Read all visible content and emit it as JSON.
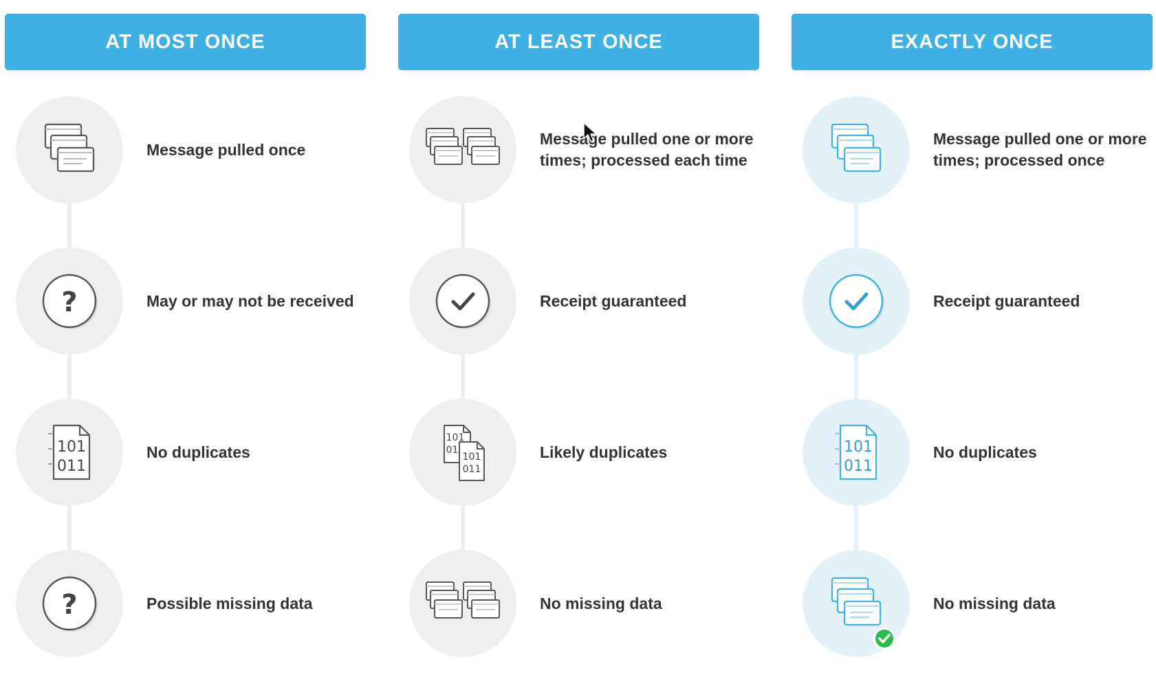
{
  "columns": [
    {
      "title": "AT MOST ONCE",
      "rows": [
        {
          "label": "Message pulled once",
          "icon": "message-stack-icon"
        },
        {
          "label": "May or may not be received",
          "icon": "question-icon"
        },
        {
          "label": "No duplicates",
          "icon": "binary-file-icon"
        },
        {
          "label": "Possible missing data",
          "icon": "question-icon"
        }
      ]
    },
    {
      "title": "AT LEAST ONCE",
      "rows": [
        {
          "label": "Message pulled one or more times; processed each time",
          "icon": "double-message-stack-icon"
        },
        {
          "label": "Receipt guaranteed",
          "icon": "check-circle-icon"
        },
        {
          "label": "Likely duplicates",
          "icon": "duplicate-binary-files-icon"
        },
        {
          "label": "No missing data",
          "icon": "double-message-stack-icon"
        }
      ]
    },
    {
      "title": "EXACTLY ONCE",
      "rows": [
        {
          "label": "Message pulled one or more times; processed once",
          "icon": "message-stack-icon"
        },
        {
          "label": "Receipt guaranteed",
          "icon": "check-circle-icon"
        },
        {
          "label": "No duplicates",
          "icon": "binary-file-icon"
        },
        {
          "label": "No missing data",
          "icon": "message-stack-verified-icon"
        }
      ]
    }
  ],
  "icon_text": {
    "binary_line_1": "101",
    "binary_line_2": "011"
  },
  "colors": {
    "header_bg": "#3fb0e4",
    "header_text": "#ffffff",
    "label_text": "#333333",
    "grey_circle": "#efefef",
    "blue_circle": "#e3f1f9",
    "grey_icon": "#555555",
    "blue_icon": "#3fb0e4",
    "success_green": "#2dbb4f"
  }
}
